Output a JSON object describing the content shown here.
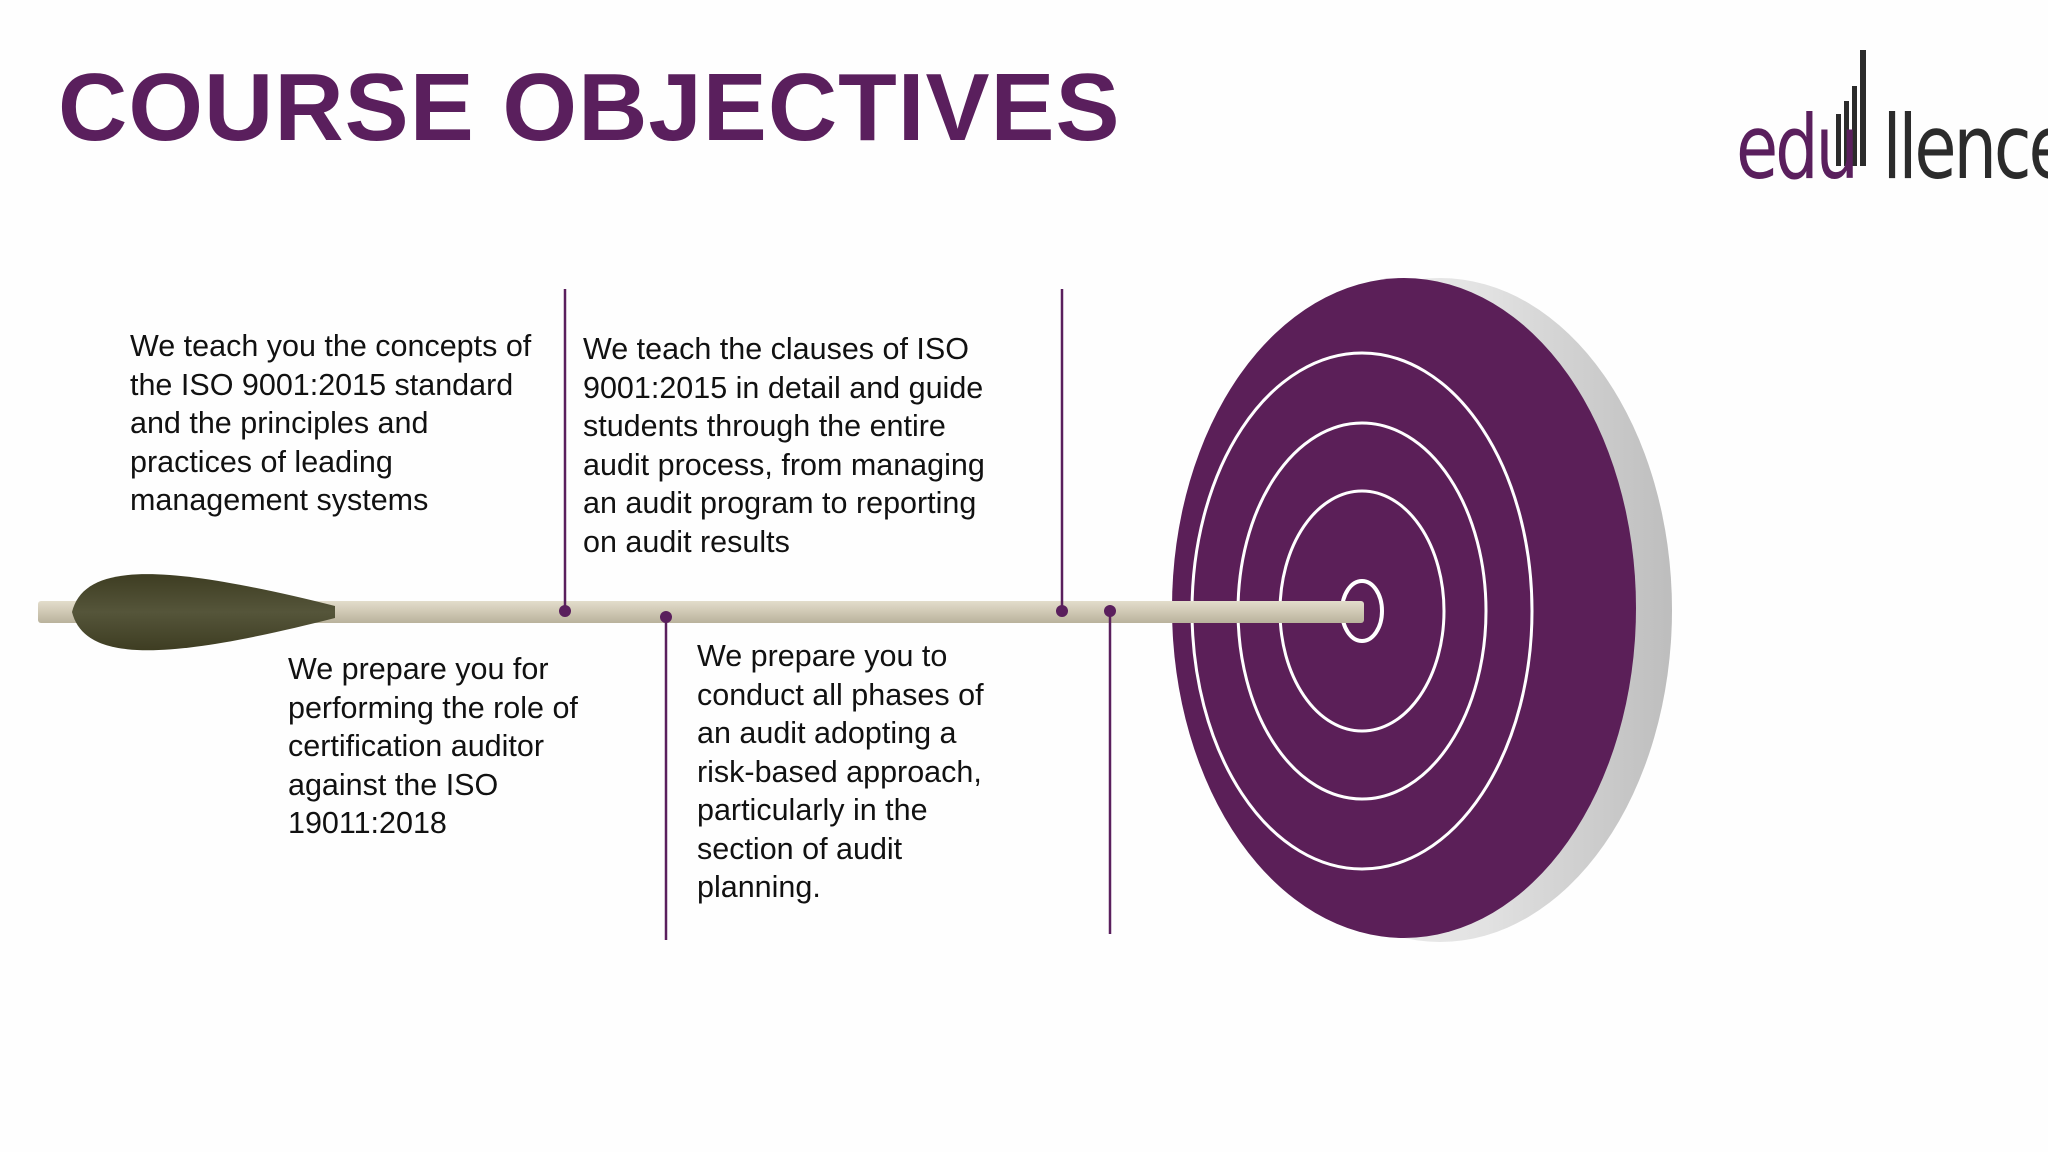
{
  "slide": {
    "title": "COURSE OBJECTIVES"
  },
  "logo": {
    "text_left": "edu",
    "text_right": "llence",
    "icon": "bar-growth-icon"
  },
  "objectives": [
    {
      "text": "We teach you the concepts of\nthe ISO 9001:2015 standard\nand the principles and\npractices of leading\nmanagement systems"
    },
    {
      "text": "We teach the clauses of ISO\n9001:2015 in detail and guide\nstudents through the entire\naudit process, from managing\nan audit program to reporting\non audit results"
    },
    {
      "text": "We prepare you for\nperforming the role of\ncertification auditor\nagainst the ISO\n19011:2018"
    },
    {
      "text": "We prepare you to\nconduct all phases of\nan audit adopting a\nrisk-based approach,\nparticularly in the\nsection of audit\nplanning."
    }
  ],
  "graphic": {
    "icons": [
      "arrow-icon",
      "target-icon"
    ],
    "colors": {
      "primary_purple": "#5a1f5d",
      "target_purple": "#5b1f58",
      "arrow_shaft": "#cfc8b4",
      "arrow_fletching": "#4a4a2c",
      "target_rim": "#e6e6e6"
    }
  }
}
